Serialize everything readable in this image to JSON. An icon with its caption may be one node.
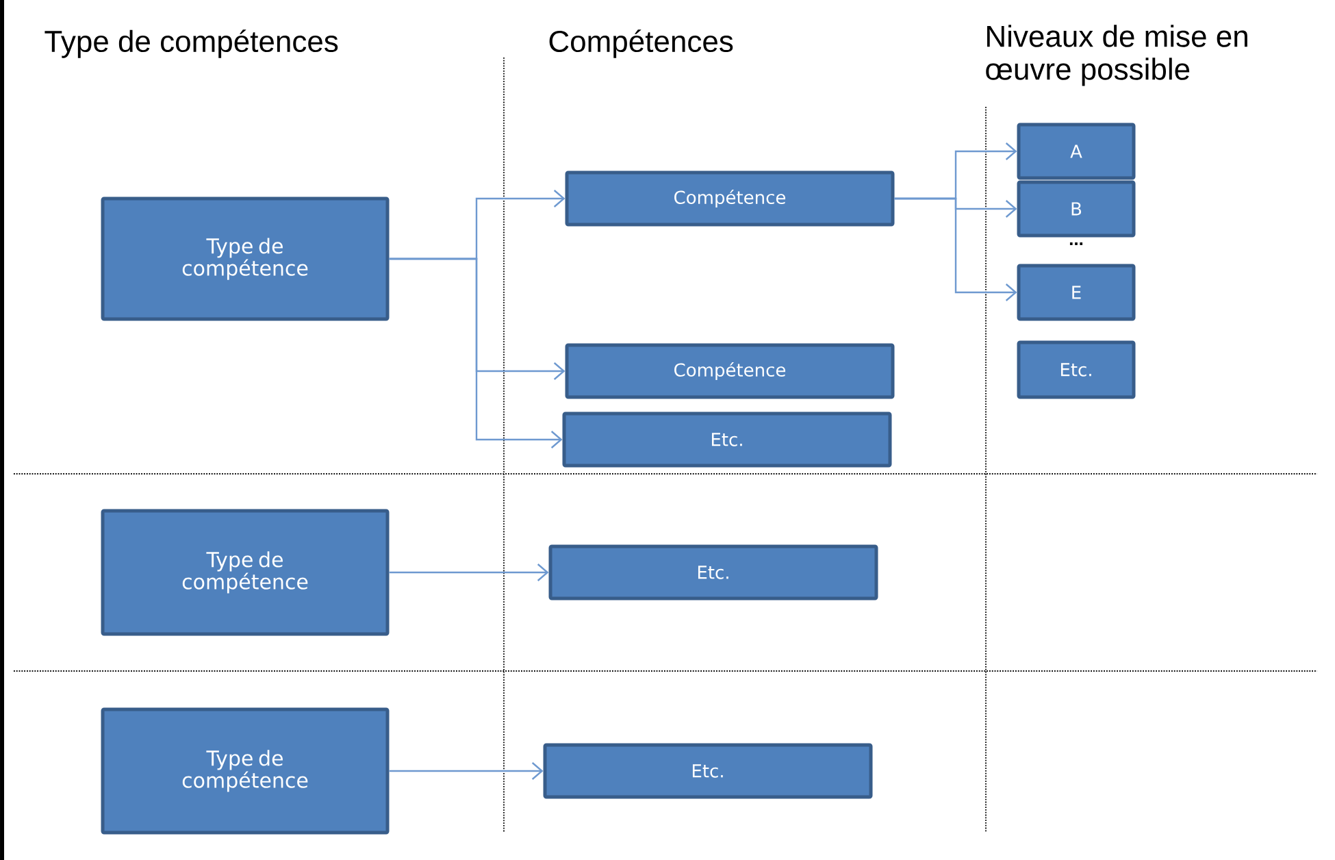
{
  "diagram": {
    "nodes": [
      {
        "text": [
          "Type de compétence"
        ]
      },
      {
        "text": [
          "Compétence"
        ]
      },
      {
        "text": [
          "Compétence"
        ]
      },
      {
        "text": [
          "Etc."
        ]
      },
      {
        "text": [
          "A"
        ]
      },
      {
        "text": [
          "B"
        ]
      },
      {
        "text": [
          "E"
        ]
      },
      {
        "text": [
          "Etc."
        ]
      },
      {
        "text": [
          "Type de compétence"
        ]
      },
      {
        "text": [
          "Etc."
        ]
      },
      {
        "text": [
          "Type de compétence"
        ]
      },
      {
        "text": [
          "Etc."
        ]
      }
    ],
    "edges": [
      {
        "from": 0,
        "to": 1,
        "arrow": "to"
      },
      {
        "from": 0,
        "to": 2,
        "arrow": "to"
      },
      {
        "from": 0,
        "to": 3,
        "arrow": "to"
      },
      {
        "from": 1,
        "to": 4,
        "arrow": "to"
      },
      {
        "from": 1,
        "to": 5,
        "arrow": "to"
      },
      {
        "from": 1,
        "to": 6,
        "arrow": "to"
      },
      {
        "from": 8,
        "to": 9,
        "arrow": "to"
      },
      {
        "from": 10,
        "to": 11,
        "arrow": "to"
      }
    ],
    "labels": [
      "Type de compétences",
      "Compétences",
      "Niveaux de mise en œuvre possible",
      "..."
    ]
  }
}
